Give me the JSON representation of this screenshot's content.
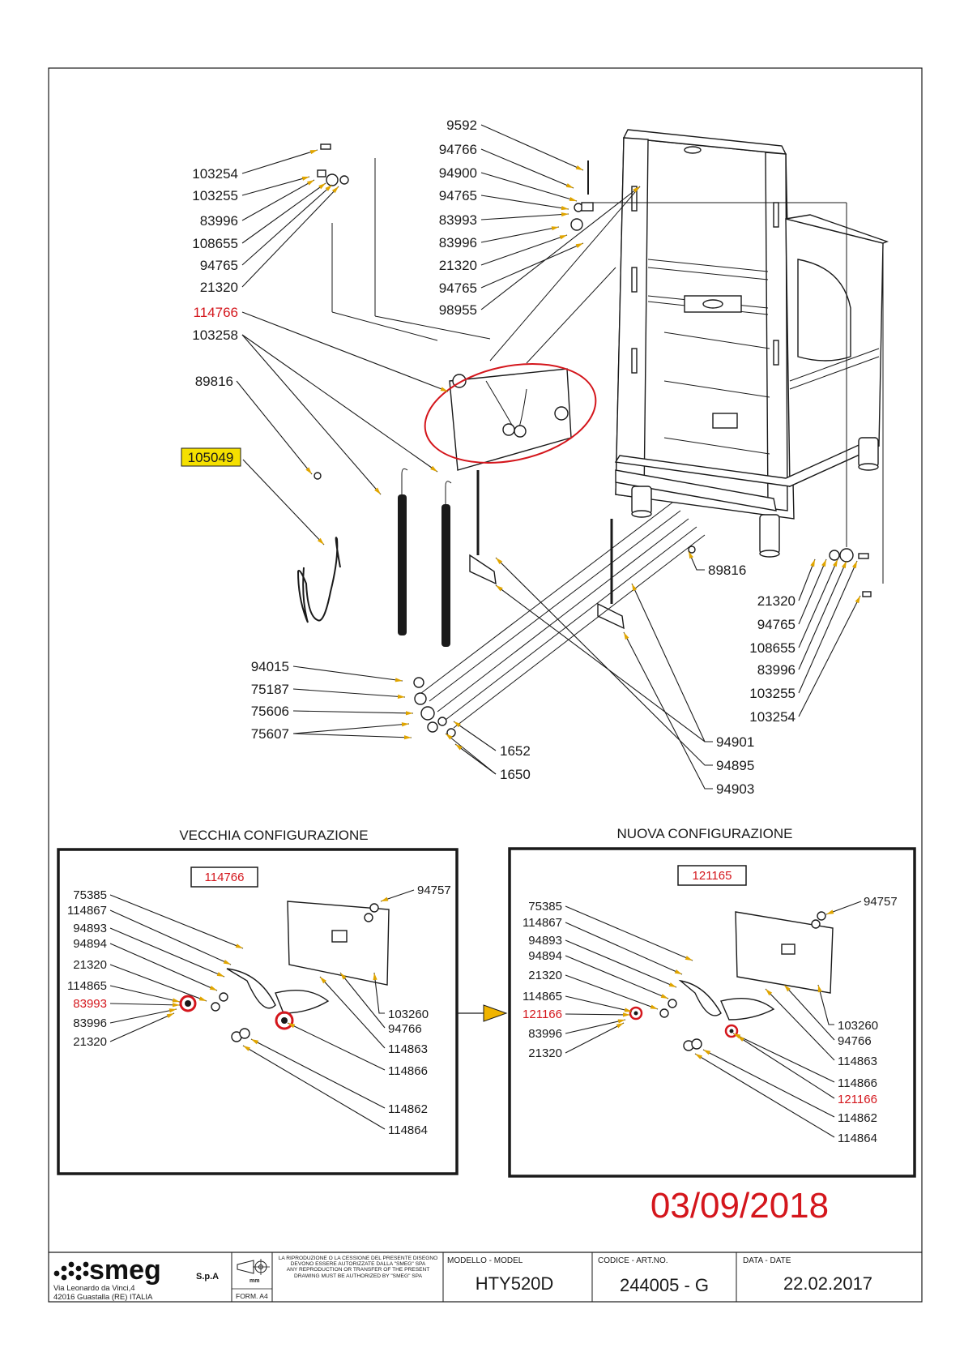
{
  "main_diagram": {
    "labels_top_left": [
      "103254",
      "103255",
      "83996",
      "108655",
      "94765",
      "21320"
    ],
    "label_red_assembly": "114766",
    "labels_mid_left": [
      "103258",
      "89816"
    ],
    "label_highlight": "105049",
    "labels_top_center": [
      "9592",
      "94766",
      "94900",
      "94765",
      "83993",
      "83996",
      "21320",
      "94765",
      "98955"
    ],
    "labels_right": [
      "89816",
      "21320",
      "94765",
      "108655",
      "83996",
      "103255",
      "103254"
    ],
    "labels_bottom_left": [
      "94015",
      "75187",
      "75606",
      "75607"
    ],
    "labels_bottom_center": [
      "1652",
      "1650"
    ],
    "labels_bottom_right": [
      "94901",
      "94895",
      "94903"
    ]
  },
  "old_config": {
    "title": "VECCHIA CONFIGURAZIONE",
    "boxed_code": "114766",
    "labels_left": [
      "75385",
      "114867",
      "94893",
      "94894",
      "21320",
      "114865"
    ],
    "label_red": "83993",
    "labels_left_bottom": [
      "83996",
      "21320"
    ],
    "labels_right": [
      "94757",
      "103260",
      "94766",
      "114863",
      "114866",
      "114862",
      "114864"
    ]
  },
  "new_config": {
    "title": "NUOVA CONFIGURAZIONE",
    "boxed_code": "121165",
    "labels_left": [
      "75385",
      "114867",
      "94893",
      "94894",
      "21320",
      "114865"
    ],
    "label_red": "121166",
    "labels_left_bottom": [
      "83996",
      "21320"
    ],
    "labels_right": [
      "94757",
      "103260",
      "94766",
      "114863",
      "114866"
    ],
    "label_right_red": "121166",
    "labels_right_bottom": [
      "114862",
      "114864"
    ]
  },
  "revision_date": "03/09/2018",
  "title_block": {
    "brand": "smeg",
    "company_suffix": "S.p.A",
    "address_line1": "Via Leonardo da Vinci,4",
    "address_line2": "42016  Guastalla (RE) ITALIA",
    "projection_unit": "mm",
    "format": "FORM. A4",
    "notice_it": "LA RIPRODUZIONE O LA CESSIONE DEL PRESENTE DISEGNO DEVONO ESSERE AUTORIZZATE DALLA \"SMEG\" SPA",
    "notice_en": "ANY REPRODUCTION OR TRANSFER OF THE PRESENT DRAWING MUST BE AUTHORIZED BY \"SMEG\" SPA",
    "model_header": "MODELLO - MODEL",
    "model_value": "HTY520D",
    "code_header": "CODICE - ART.NO.",
    "code_value": "244005 - G",
    "date_header": "DATA - DATE",
    "date_value": "22.02.2017"
  },
  "colors": {
    "callout_red": "#d4161c",
    "highlight_fill": "#f5e000",
    "leader_tip": "#e0a500",
    "arrow_fill": "#f0b400"
  }
}
